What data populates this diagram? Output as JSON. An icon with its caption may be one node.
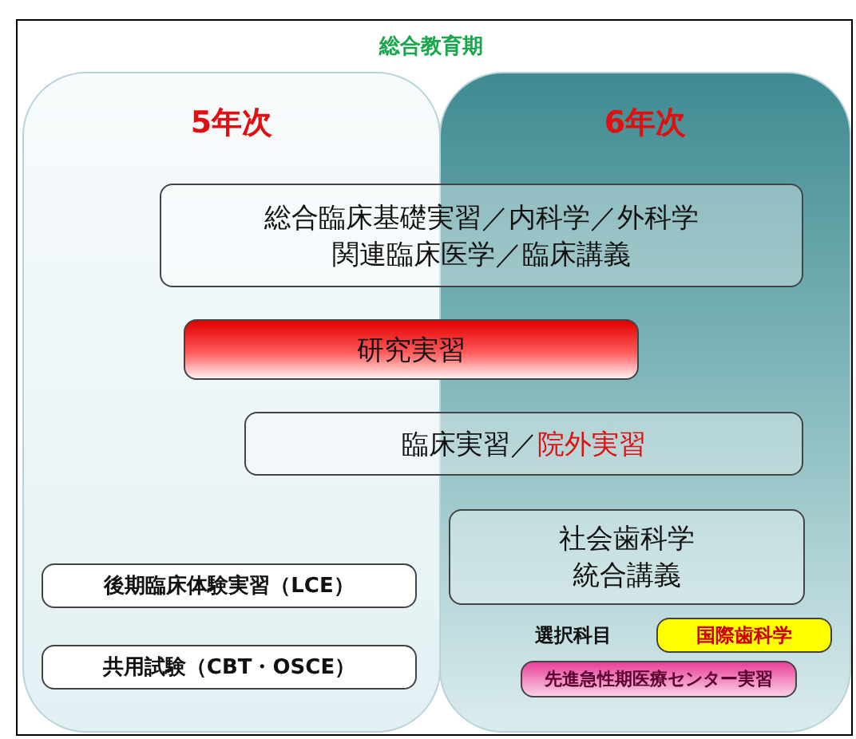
{
  "diagram": {
    "title": "総合教育期",
    "nodes": [
      {
        "text": [
          "5年次"
        ]
      },
      {
        "text": [
          "6年次"
        ]
      },
      {
        "text": [
          "総合臨床基礎実習／内科学／外科学関連臨床医学／臨床講義"
        ]
      },
      {
        "text": [
          "研究実習"
        ]
      },
      {
        "text": [
          "臨床実習／",
          "院外実習"
        ]
      },
      {
        "text": [
          "社会歯科学統合講義"
        ],
        "in": 1
      },
      {
        "text": [
          "後期臨床体験実習（LCE）"
        ],
        "in": 0
      },
      {
        "text": [
          "共用試験（CBT・OSCE）"
        ],
        "in": 0
      },
      {
        "text": [
          "国際歯科学"
        ],
        "in": 1
      },
      {
        "text": [
          "先進急性期医療センター実習"
        ],
        "in": 1
      }
    ],
    "edges": [],
    "labels": [
      "選択科目"
    ]
  }
}
